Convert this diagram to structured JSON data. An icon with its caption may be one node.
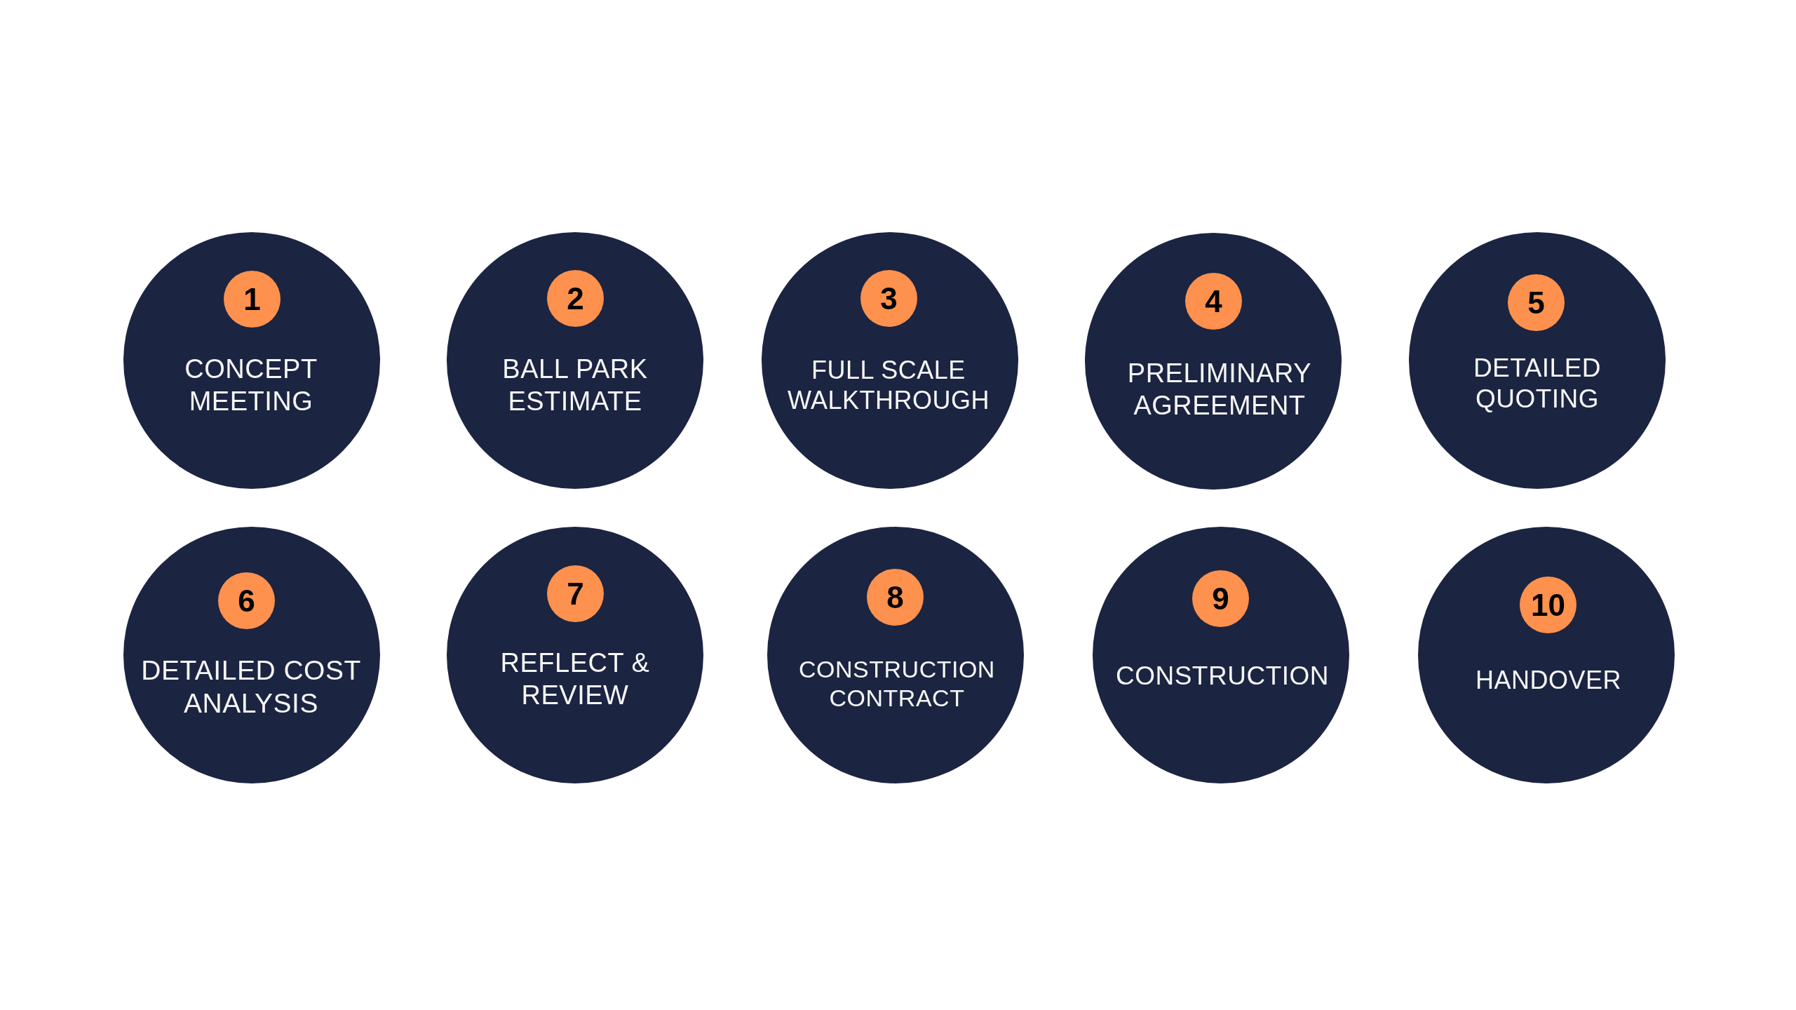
{
  "diagram": {
    "nodes": [
      {
        "text": [
          "CONCEPT MEETING"
        ]
      },
      {
        "text": [
          "1"
        ],
        "in": 0
      },
      {
        "text": [
          "BALL PARK ESTIMATE"
        ]
      },
      {
        "text": [
          "2"
        ],
        "in": 2
      },
      {
        "text": [
          "FULL SCALE WALKTHROUGH"
        ]
      },
      {
        "text": [
          "3"
        ],
        "in": 4
      },
      {
        "text": [
          "PRELIMINARY AGREEMENT"
        ]
      },
      {
        "text": [
          "4"
        ],
        "in": 6
      },
      {
        "text": [
          "DETAILED QUOTING"
        ]
      },
      {
        "text": [
          "5"
        ],
        "in": 8
      },
      {
        "text": [
          "DETAILED COST ANALYSIS"
        ]
      },
      {
        "text": [
          "6"
        ],
        "in": 10
      },
      {
        "text": [
          "REFLECT & REVIEW"
        ]
      },
      {
        "text": [
          "7"
        ],
        "in": 12
      },
      {
        "text": [
          "CONSTRUCTION CONTRACT"
        ]
      },
      {
        "text": [
          "8"
        ],
        "in": 14
      },
      {
        "text": [
          "CONSTRUCTION"
        ]
      },
      {
        "text": [
          "9"
        ],
        "in": 16
      },
      {
        "text": [
          "HANDOVER"
        ]
      },
      {
        "text": [
          "10"
        ],
        "in": 18
      }
    ]
  }
}
